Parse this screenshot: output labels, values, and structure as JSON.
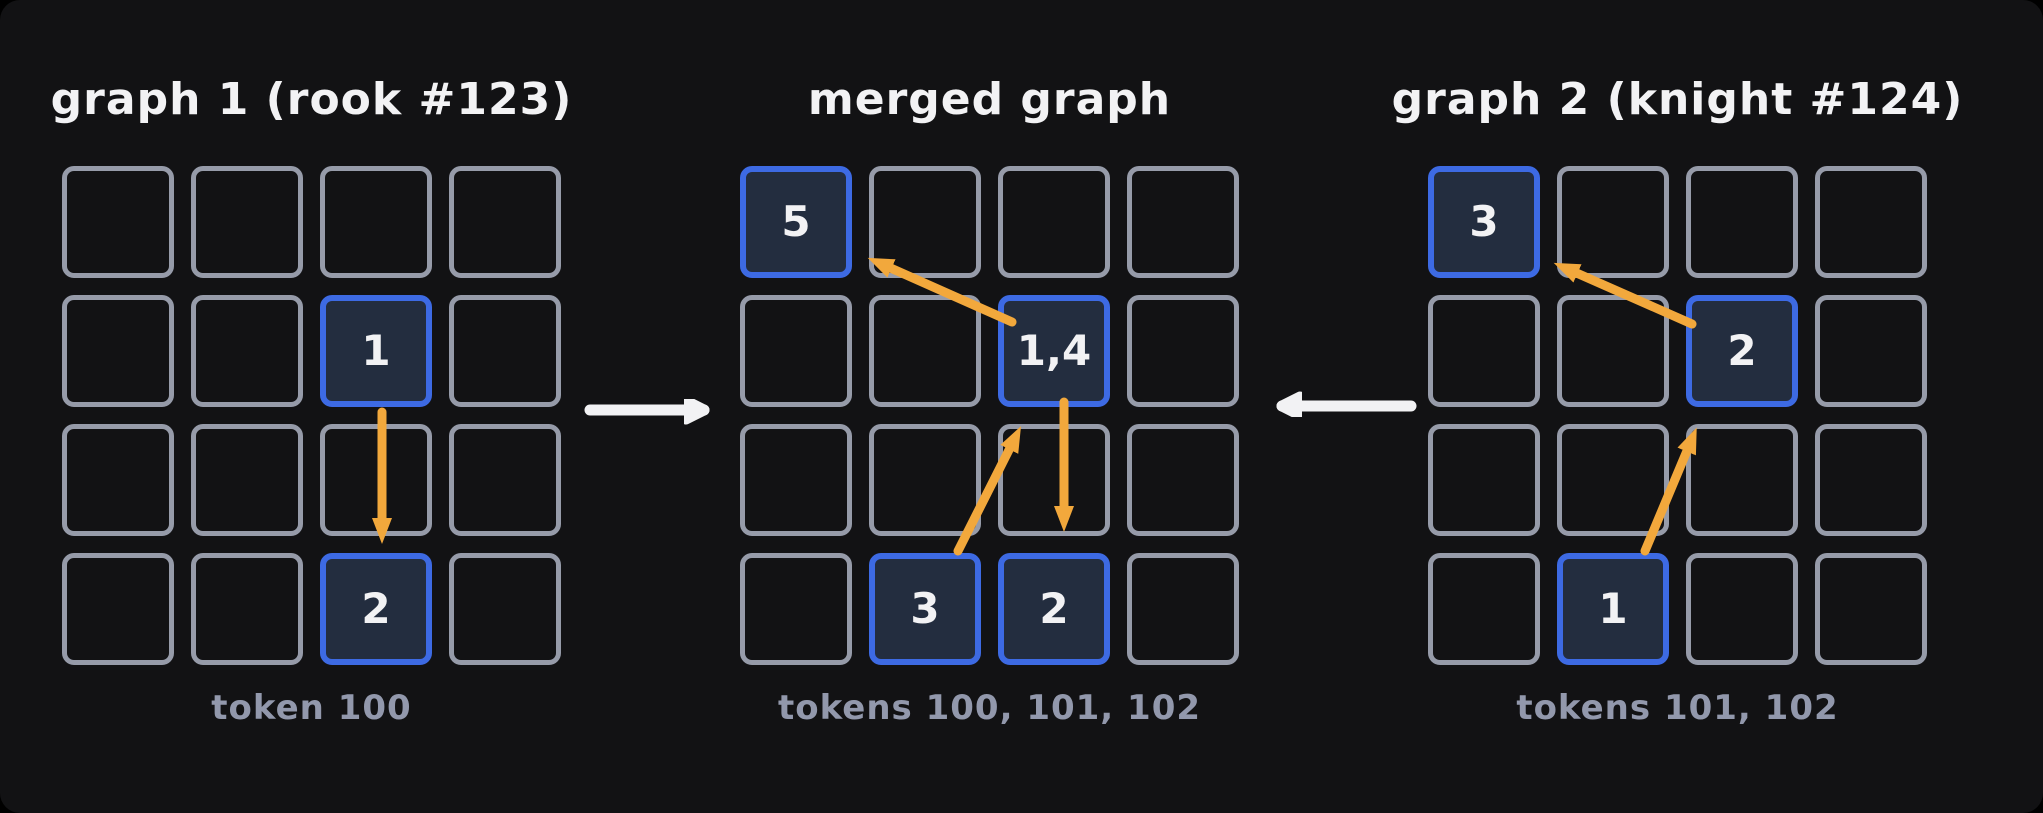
{
  "figure": {
    "colors": {
      "background": "#121214",
      "cell_border": "#969ba9",
      "highlight_border": "#3d6ae3",
      "highlight_fill": "#232d3f",
      "arrow_color": "#f2a83c",
      "connector_arrow_color": "#f2f2f4",
      "text_primary": "#f2f2f4",
      "text_muted": "#9298ac"
    },
    "graphs": [
      {
        "id": "graph-1",
        "title": "graph 1 (rook #123)",
        "caption": "token 100",
        "rows": 4,
        "cols": 4,
        "active_cells": [
          {
            "row": 2,
            "col": 3,
            "label": "1"
          },
          {
            "row": 4,
            "col": 3,
            "label": "2"
          }
        ],
        "edges": [
          {
            "from": "1",
            "to": "2"
          }
        ]
      },
      {
        "id": "merged-graph",
        "title": "merged graph",
        "caption": "tokens 100, 101, 102",
        "rows": 4,
        "cols": 4,
        "active_cells": [
          {
            "row": 1,
            "col": 1,
            "label": "5"
          },
          {
            "row": 2,
            "col": 3,
            "label": "1,4"
          },
          {
            "row": 4,
            "col": 2,
            "label": "3"
          },
          {
            "row": 4,
            "col": 3,
            "label": "2"
          }
        ],
        "edges": [
          {
            "from": "1,4",
            "to": "5"
          },
          {
            "from": "1,4",
            "to": "2"
          },
          {
            "from": "3",
            "to": "1,4"
          }
        ]
      },
      {
        "id": "graph-2",
        "title": "graph 2 (knight #124)",
        "caption": "tokens 101, 102",
        "rows": 4,
        "cols": 4,
        "active_cells": [
          {
            "row": 1,
            "col": 1,
            "label": "3"
          },
          {
            "row": 2,
            "col": 3,
            "label": "2"
          },
          {
            "row": 4,
            "col": 2,
            "label": "1"
          }
        ],
        "edges": [
          {
            "from": "1",
            "to": "2"
          },
          {
            "from": "2",
            "to": "3"
          }
        ]
      }
    ],
    "connectors": [
      {
        "from": "graph-1",
        "to": "merged-graph",
        "direction": "right"
      },
      {
        "from": "graph-2",
        "to": "merged-graph",
        "direction": "left"
      }
    ]
  }
}
